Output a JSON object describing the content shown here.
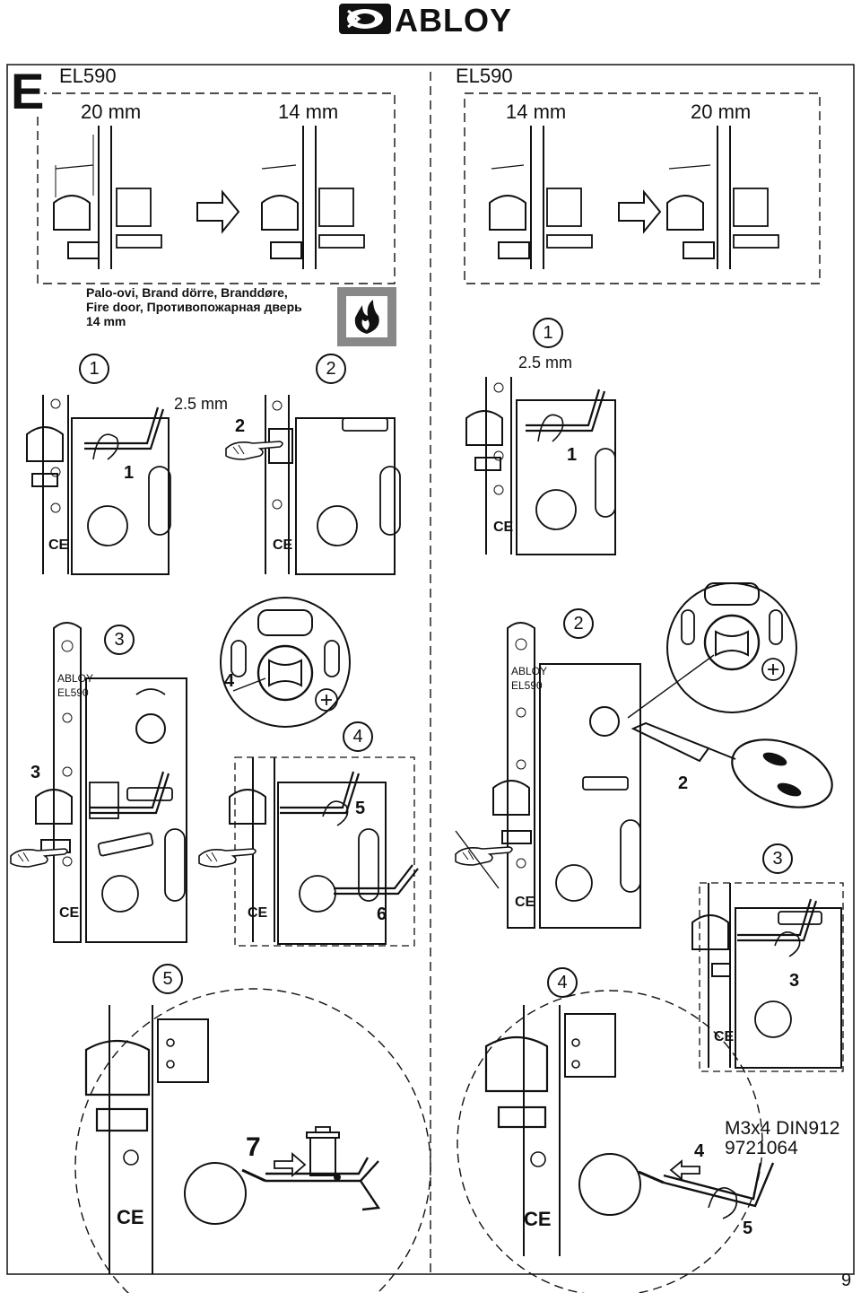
{
  "header": {
    "brand": "ABLOY"
  },
  "section_letter": "E",
  "panel_left": {
    "model": "EL590",
    "size_from": "20 mm",
    "size_to": "14 mm"
  },
  "panel_right": {
    "model": "EL590",
    "size_from": "14 mm",
    "size_to": "20 mm"
  },
  "fire_door": {
    "line1": "Palo-ovi, Brand dörre, Branddøre,",
    "line2": "Fire door, Противопожарная дверь",
    "line3": "14 mm"
  },
  "steps_left": {
    "s1": "1",
    "s2": "2",
    "key_size": "2.5 mm",
    "arrow1": "1",
    "arrow2": "2"
  },
  "steps_right_top": {
    "s1": "1",
    "key_size": "2.5 mm",
    "arrow1": "1"
  },
  "step3_left": {
    "s3": "3",
    "s4": "4",
    "callout_3": "3",
    "callout_4": "4",
    "callout_5": "5",
    "callout_6": "6",
    "plate_brand": "ABLOY",
    "plate_model": "EL590",
    "ce": "CE"
  },
  "step2_right": {
    "s2": "2",
    "s3": "3",
    "callout_2": "2",
    "callout_3": "3",
    "plate_brand": "ABLOY",
    "plate_model": "EL590",
    "ce": "CE"
  },
  "step5_left": {
    "s5": "5",
    "callout_7": "7",
    "ce": "CE"
  },
  "step4_right": {
    "s4": "4",
    "callout_4": "4",
    "callout_5": "5",
    "screw_spec": "M3x4 DIN912",
    "part_no": "9721064",
    "ce": "CE"
  },
  "page_number": "9",
  "icons": [
    "abloy-logo",
    "fire-icon",
    "hand-pointer-icon",
    "allen-key-icon",
    "screwdriver-icon",
    "trash-bin-icon",
    "arrow-right-icon",
    "ce-mark-icon"
  ]
}
